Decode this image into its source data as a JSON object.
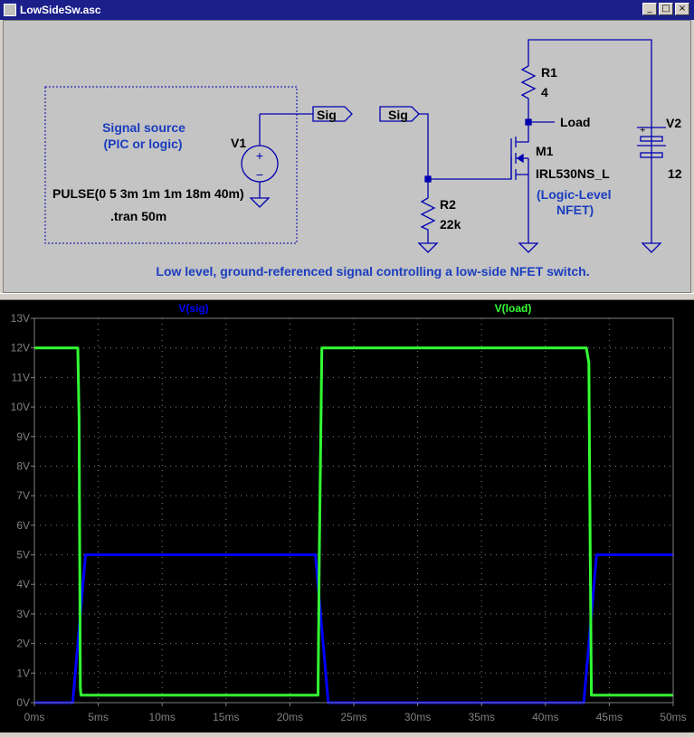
{
  "window": {
    "title": "LowSideSw.asc",
    "min_label": "_",
    "max_label": "□",
    "close_label": "×"
  },
  "schematic": {
    "source_box": {
      "label_line1": "Signal source",
      "label_line2": "(PIC or logic)"
    },
    "v1": {
      "name": "V1",
      "value": "PULSE(0 5 3m 1m 1m 18m 40m)"
    },
    "directive": ".tran 50m",
    "sig_label_out": "Sig",
    "sig_label_in": "Sig",
    "r1": {
      "name": "R1",
      "value": "4"
    },
    "r2": {
      "name": "R2",
      "value": "22k"
    },
    "m1": {
      "name": "M1",
      "model": "IRL530NS_L",
      "note_line1": "(Logic-Level",
      "note_line2": "NFET)"
    },
    "load_label": "Load",
    "v2": {
      "name": "V2",
      "value": "12",
      "plus": "+"
    },
    "caption": "Low level, ground-referenced signal controlling a low-side NFET switch.",
    "colors": {
      "wire": "#0000b0",
      "text": "#000000",
      "note": "#1a3dbf"
    }
  },
  "chart_data": {
    "type": "line",
    "x_unit": "ms",
    "xlim": [
      0,
      50
    ],
    "ylim": [
      0,
      13
    ],
    "x_ticks": [
      "0ms",
      "5ms",
      "10ms",
      "15ms",
      "20ms",
      "25ms",
      "30ms",
      "35ms",
      "40ms",
      "45ms",
      "50ms"
    ],
    "y_ticks": [
      "0V",
      "1V",
      "2V",
      "3V",
      "4V",
      "5V",
      "6V",
      "7V",
      "8V",
      "9V",
      "10V",
      "11V",
      "12V",
      "13V"
    ],
    "grid": true,
    "series": [
      {
        "name": "V(sig)",
        "color": "#0000ff",
        "x": [
          0,
          3,
          4,
          22,
          23,
          43,
          44,
          50
        ],
        "y": [
          0,
          0,
          5,
          5,
          0,
          0,
          5,
          5
        ]
      },
      {
        "name": "V(load)",
        "color": "#33ff33",
        "x": [
          0,
          3.4,
          3.5,
          3.6,
          3.65,
          22.2,
          22.3,
          22.5,
          43.2,
          43.4,
          43.5,
          43.6,
          50
        ],
        "y": [
          12,
          12,
          9.6,
          0.5,
          0.25,
          0.25,
          5,
          12,
          12,
          11.5,
          5.5,
          0.25,
          0.25
        ]
      }
    ]
  }
}
